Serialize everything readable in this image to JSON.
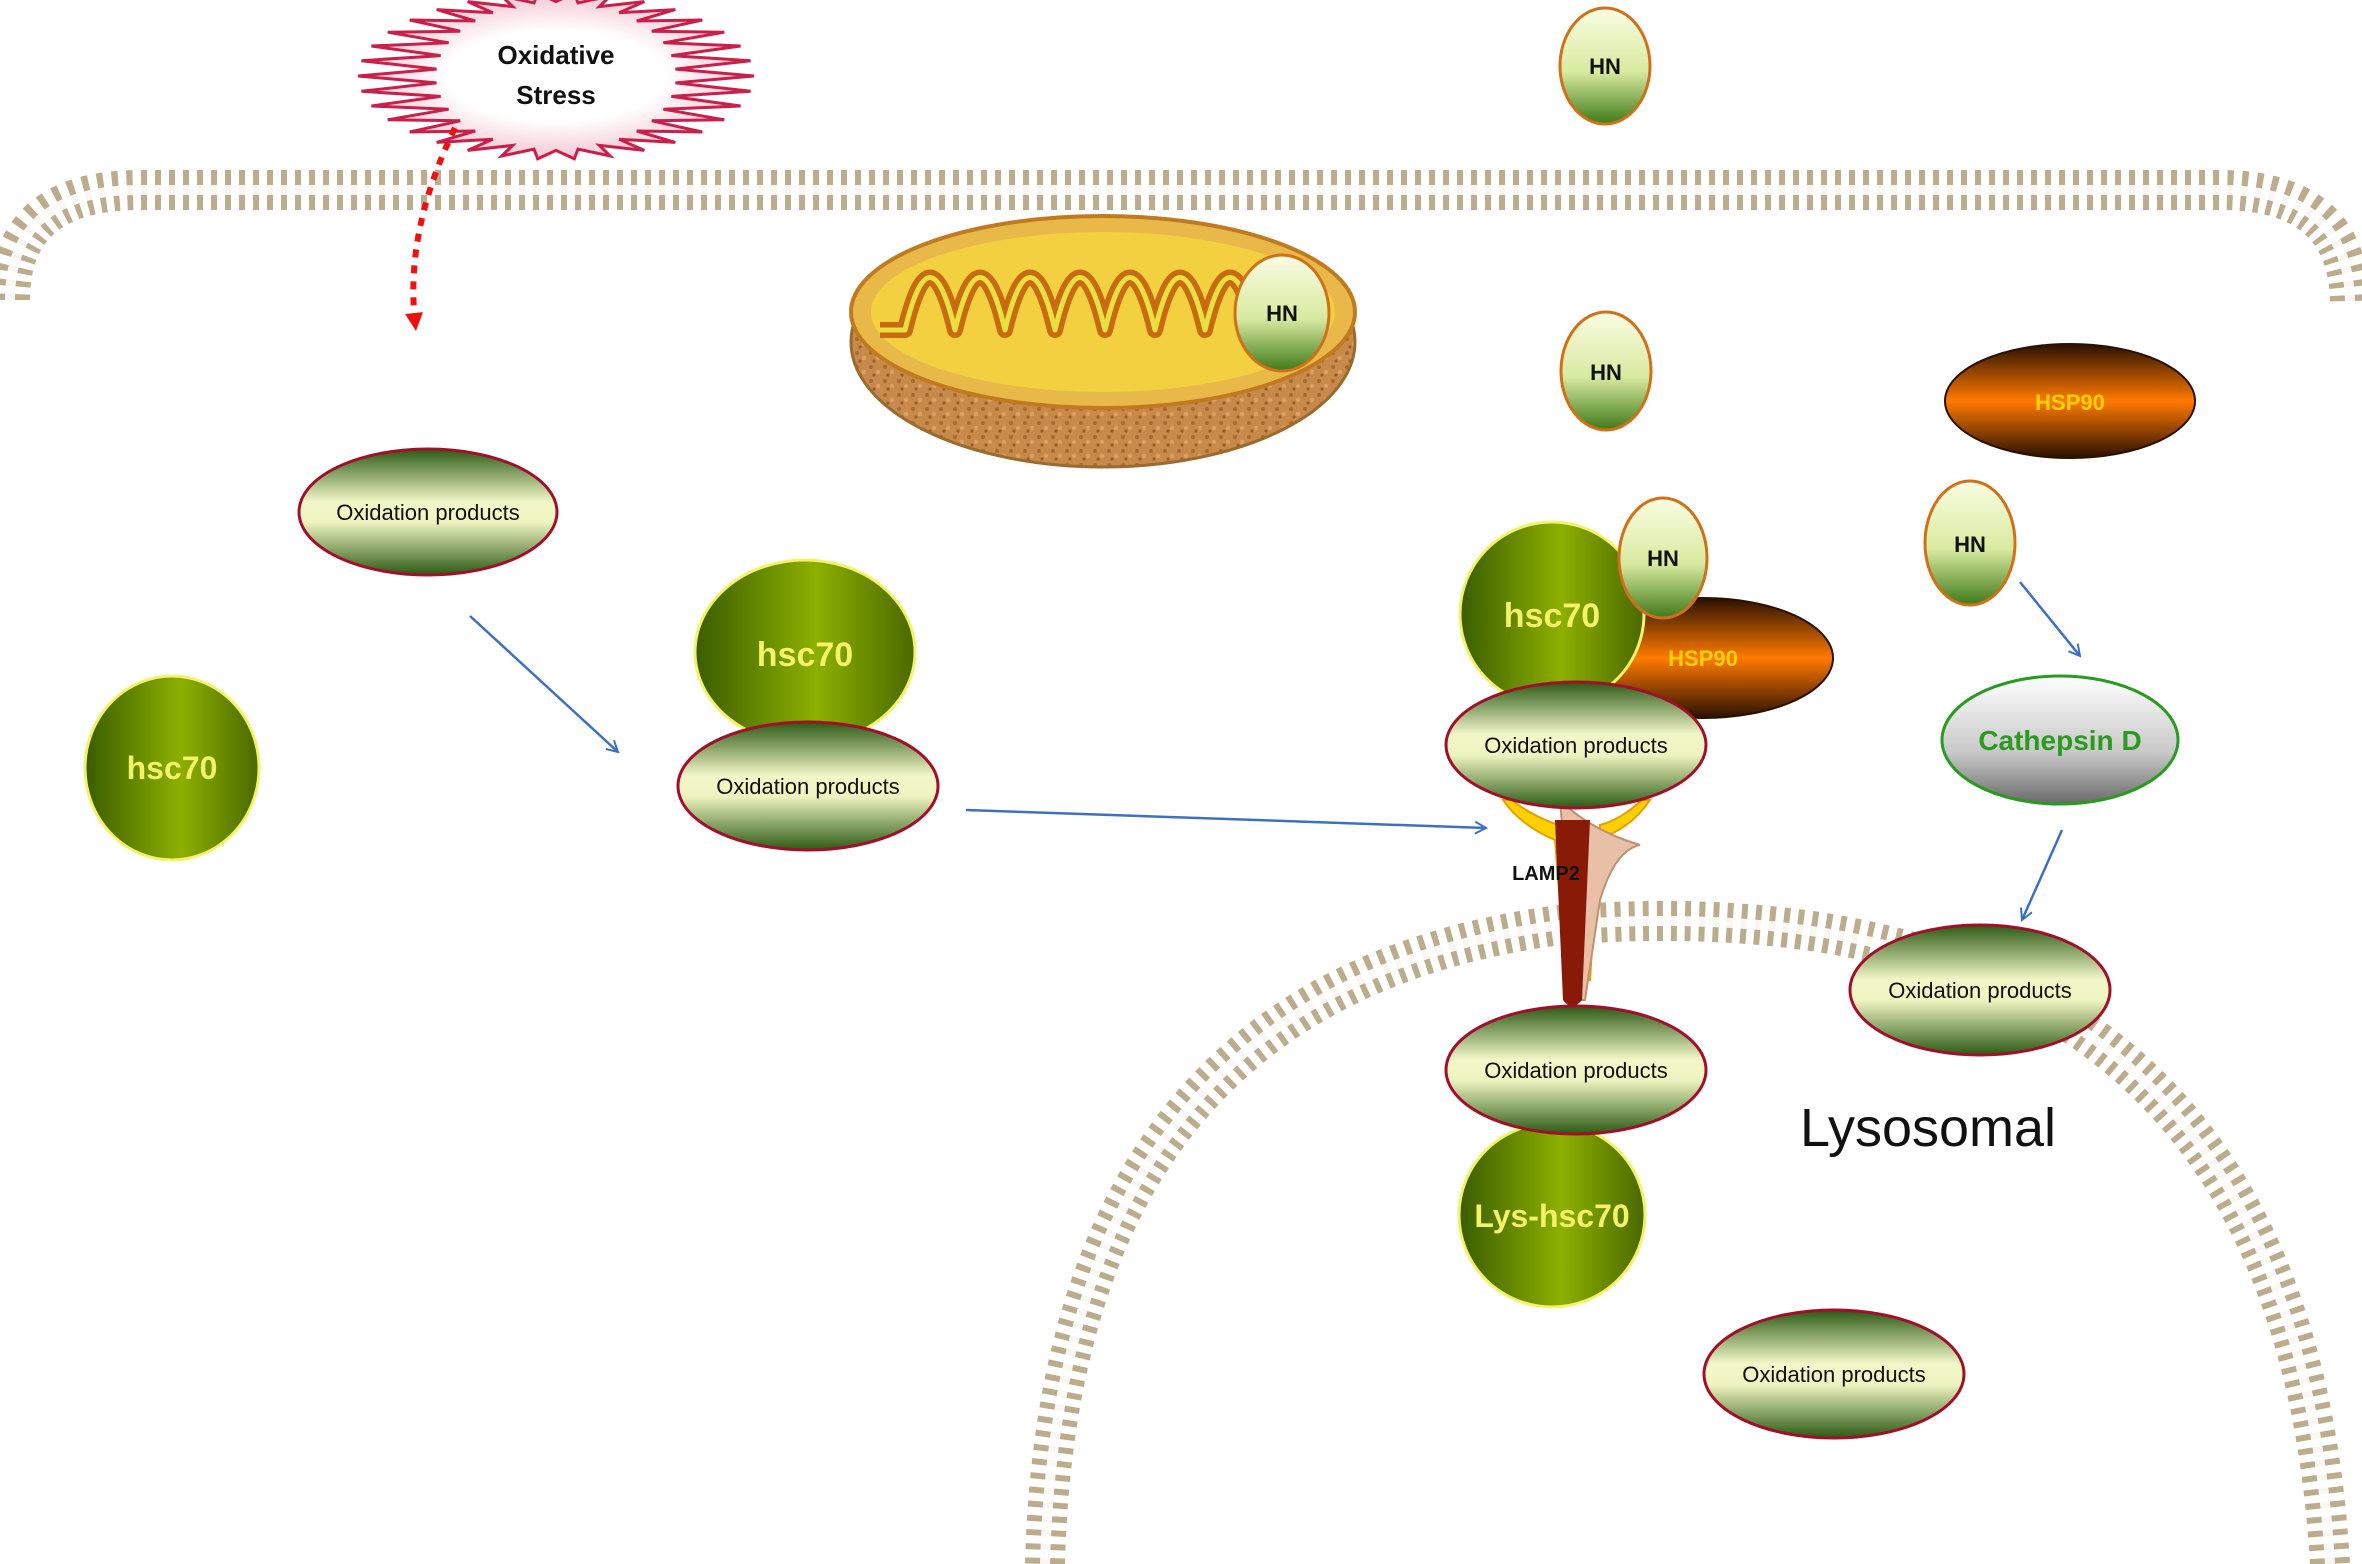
{
  "labels": {
    "oxidative_stress_line1": "Oxidative",
    "oxidative_stress_line2": "Stress",
    "hn": "HN",
    "hsc70": "hsc70",
    "lys_hsc70": "Lys-hsc70",
    "hsp90": "HSP90",
    "cathepsin_d": "Cathepsin D",
    "oxidation_products": "Oxidation products",
    "lamp2": "LAMP2",
    "lysosomal": "Lysosomal"
  },
  "colors": {
    "hsc70_green": "#7a9a00",
    "hsc70_label": "#f4f26a",
    "oxidation_rim": "#a0102a",
    "hn_rim": "#d07018",
    "hsp90_orange": "#ff7a00",
    "hsp90_label": "#ffd200",
    "cathepsin_label": "#2a9a20",
    "arrow_blue": "#3f6fc0",
    "stress_arrow": "#ee1111",
    "stress_burst": "#c8204a",
    "membrane": "#b8a888",
    "lamp2_red": "#8a1a08",
    "lamp2_yellow": "#ffd000"
  }
}
